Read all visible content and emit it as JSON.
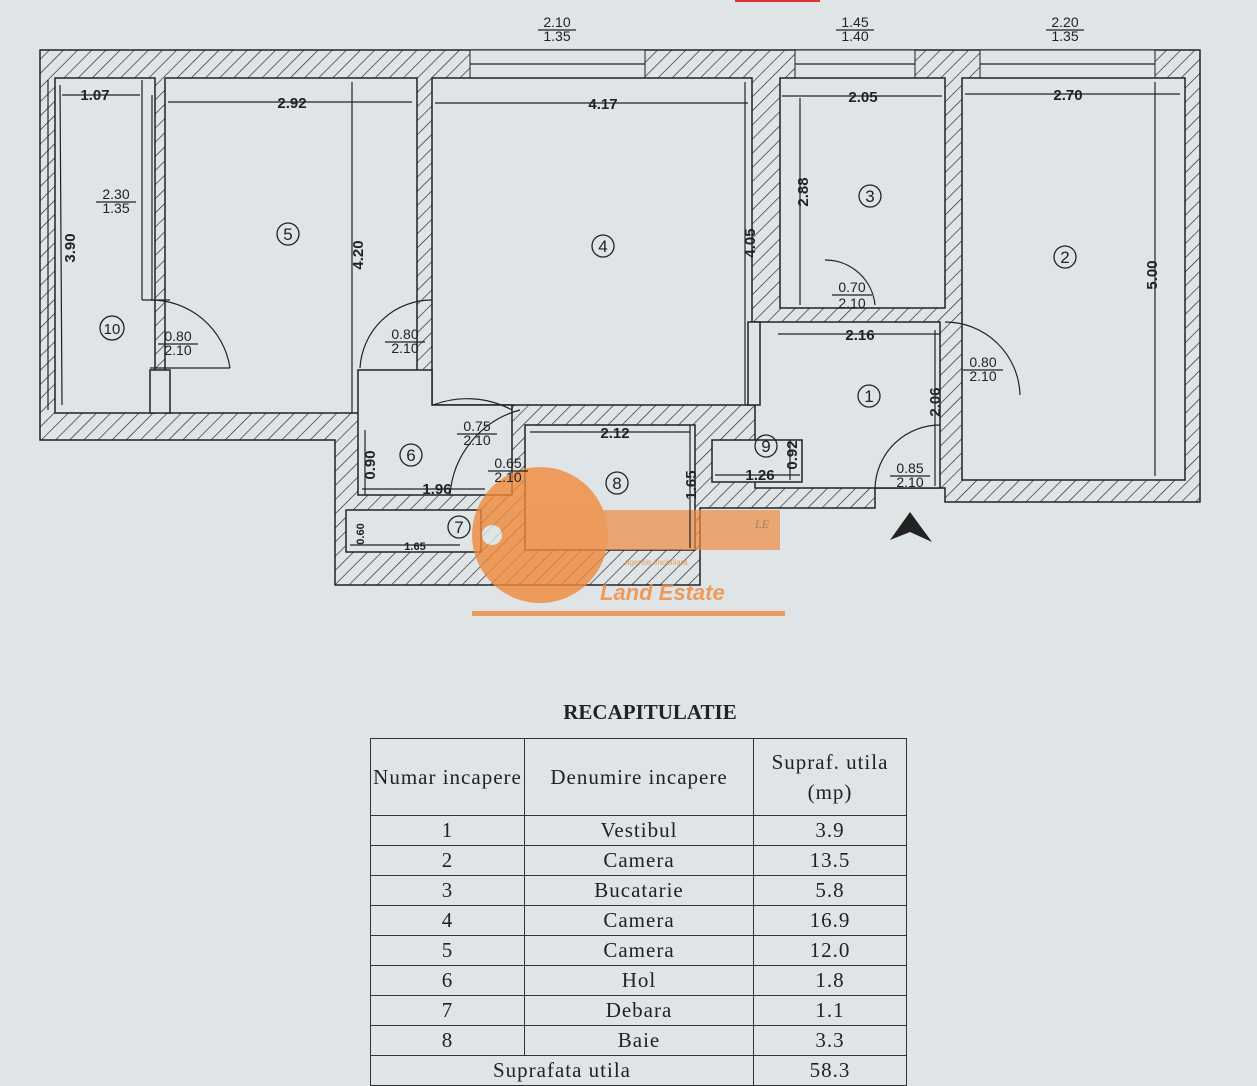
{
  "top_windows": [
    {
      "top": "2.10",
      "bottom": "1.35"
    },
    {
      "top": "1.45",
      "bottom": "1.40"
    },
    {
      "top": "2.20",
      "bottom": "1.35"
    }
  ],
  "room_numbers": [
    "1",
    "2",
    "3",
    "4",
    "5",
    "6",
    "7",
    "8",
    "9",
    "10"
  ],
  "dimensions": {
    "d107": "1.07",
    "d292": "2.92",
    "d417": "4.17",
    "d205": "2.05",
    "d270": "2.70",
    "d390": "3.90",
    "d420": "4.20",
    "d405": "4.05",
    "d288": "2.88",
    "d500": "5.00",
    "d216": "2.16",
    "d206": "2.06",
    "d212": "2.12",
    "d196": "1.96",
    "d090": "0.90",
    "d165a": "1.65",
    "d060": "0.60",
    "d165b": "1.65",
    "d126": "1.26",
    "d092": "0.92"
  },
  "openings": [
    {
      "top": "2.30",
      "bottom": "1.35"
    },
    {
      "top": "0.80",
      "bottom": "2.10"
    },
    {
      "top": "0.80",
      "bottom": "2.10"
    },
    {
      "top": "0.70",
      "bottom": "2.10"
    },
    {
      "top": "0.80",
      "bottom": "2.10"
    },
    {
      "top": "0.75",
      "bottom": "2.10"
    },
    {
      "top": "0.65",
      "bottom": "2.10"
    },
    {
      "top": "0.85",
      "bottom": "2.10"
    }
  ],
  "watermark": {
    "brand": "Land Estate",
    "monogram": "LE",
    "tagline": "agentie imobiliara",
    "color": "#f08a3c"
  },
  "colors": {
    "paper": "#dfe4e6",
    "ink": "#222222"
  },
  "recap": {
    "title": "RECAPITULATIE",
    "headers": [
      "Numar incapere",
      "Denumire incapere",
      "Supraf. utila (mp)"
    ],
    "rows": [
      {
        "nr": "1",
        "name": "Vestibul",
        "area": "3.9"
      },
      {
        "nr": "2",
        "name": "Camera",
        "area": "13.5"
      },
      {
        "nr": "3",
        "name": "Bucatarie",
        "area": "5.8"
      },
      {
        "nr": "4",
        "name": "Camera",
        "area": "16.9"
      },
      {
        "nr": "5",
        "name": "Camera",
        "area": "12.0"
      },
      {
        "nr": "6",
        "name": "Hol",
        "area": "1.8"
      },
      {
        "nr": "7",
        "name": "Debara",
        "area": "1.1"
      },
      {
        "nr": "8",
        "name": "Baie",
        "area": "3.3"
      }
    ],
    "total_label": "Suprafata utila",
    "total_value": "58.3"
  }
}
